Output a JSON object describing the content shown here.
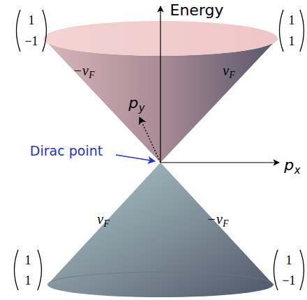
{
  "diagram": {
    "labels": [
      "Energy",
      "1",
      "−1",
      "1",
      "1",
      "−vF",
      "vF",
      "py",
      "Dirac point",
      "px",
      "vF",
      "−vF",
      "1",
      "1",
      "1",
      "−1"
    ]
  }
}
